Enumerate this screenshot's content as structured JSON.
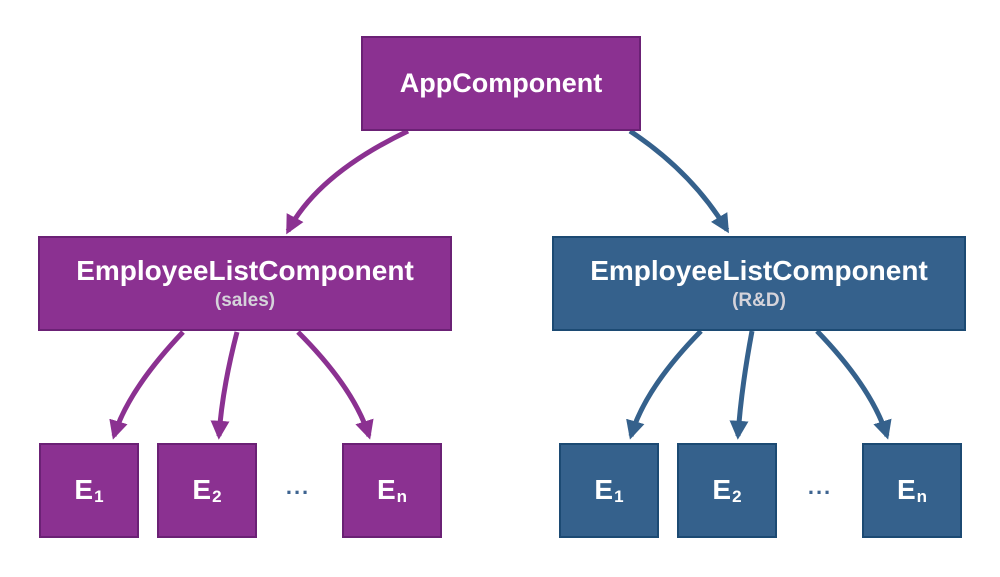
{
  "diagram": {
    "colors": {
      "background": "#FFFFFF",
      "purple_fill": "#8B3191",
      "purple_border": "#6B2175",
      "blue_fill": "#35618C",
      "blue_border": "#1C4A73",
      "text_white": "#FFFFFF",
      "subtitle_gray": "#D5D3DA",
      "ellipsis_blue": "#3E6490"
    },
    "root": {
      "label": "AppComponent"
    },
    "left_group": {
      "parent": {
        "label": "EmployeeListComponent",
        "sublabel": "(sales)"
      },
      "children": [
        {
          "base": "E",
          "sub": "1"
        },
        {
          "base": "E",
          "sub": "2"
        },
        {
          "base": "E",
          "sub": "n"
        }
      ],
      "ellipsis": "..."
    },
    "right_group": {
      "parent": {
        "label": "EmployeeListComponent",
        "sublabel": "(R&D)"
      },
      "children": [
        {
          "base": "E",
          "sub": "1"
        },
        {
          "base": "E",
          "sub": "2"
        },
        {
          "base": "E",
          "sub": "n"
        }
      ],
      "ellipsis": "..."
    }
  }
}
